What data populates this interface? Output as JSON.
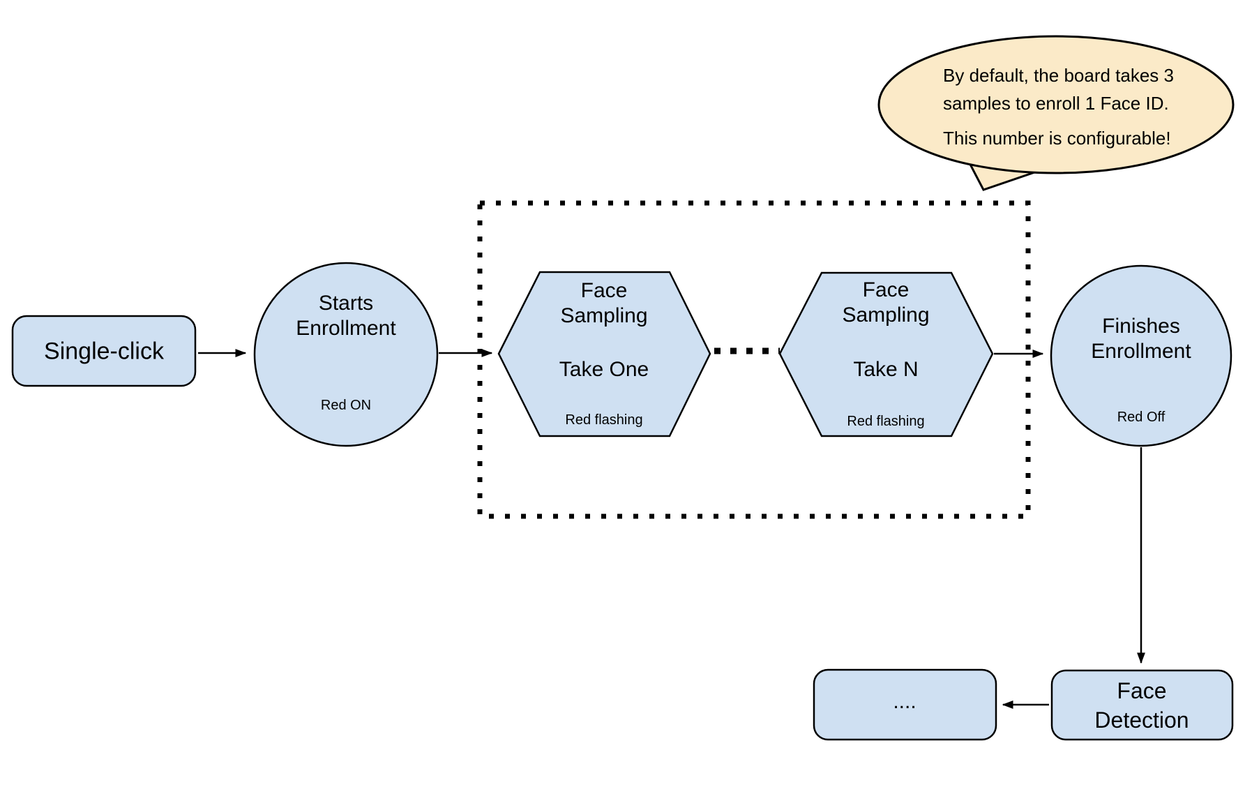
{
  "diagram": {
    "colors": {
      "node_fill": "#cfe0f2",
      "node_stroke": "#000000",
      "callout_fill": "#fbeac8"
    },
    "nodes": {
      "single_click": {
        "label": "Single-click"
      },
      "starts_enrollment": {
        "title": "Starts\nEnrollment",
        "status": "Red ON"
      },
      "face_sampling_first": {
        "title": "Face\nSampling",
        "take": "Take One",
        "status": "Red flashing"
      },
      "face_sampling_last": {
        "title": "Face\nSampling",
        "take": "Take N",
        "status": "Red flashing"
      },
      "finishes_enrollment": {
        "title": "Finishes\nEnrollment",
        "status": "Red Off"
      },
      "face_detection": {
        "label": "Face\nDetection"
      },
      "continuation": {
        "label": "...."
      }
    },
    "callout": {
      "paragraph1": "By default, the board takes 3\nsamples to enroll 1 Face ID.",
      "paragraph2": "This number is configurable!"
    }
  }
}
